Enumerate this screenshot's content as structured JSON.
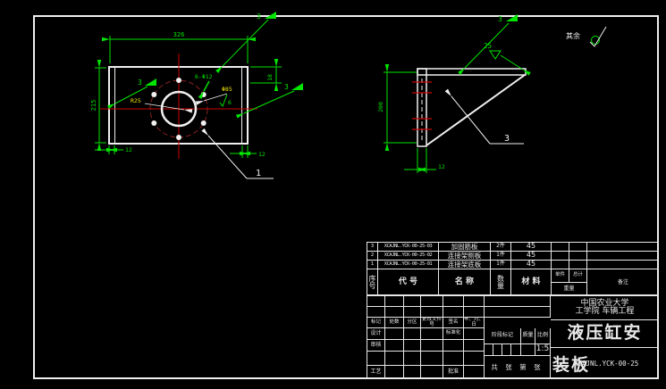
{
  "colors": {
    "background": "#000000",
    "outline": "#f0f0f0",
    "dimension": "#00e400",
    "centerline": "#cc0000",
    "bolt_circle": "#8a2020",
    "aux_label": "#f2e700"
  },
  "plate_view": {
    "dim_width": "326",
    "dim_height": "215",
    "dim_thk_left": "12",
    "dim_thk_right": "12",
    "dim_edge": "18",
    "holes_label": "6-Φ12",
    "bolt_circle_label": "Φ85",
    "center_hole_label": "R25",
    "roughness_value": "6",
    "finish_top": "3",
    "finish_left": "3",
    "finish_right": "3",
    "part_number": "1"
  },
  "rib_view": {
    "dim_height": "200",
    "dim_thk": "12",
    "finish_top": "3",
    "weld_size": "25",
    "others_label": "其余",
    "part_number": "3"
  },
  "parts_table": {
    "header": {
      "seq": "序号",
      "code": "代 号",
      "name": "名 称",
      "qty": "数量",
      "material": "材 料",
      "weight_each": "单件",
      "weight_total": "总计",
      "weight": "重量",
      "remark": "备注"
    },
    "rows": [
      {
        "seq": "3",
        "code": "XCAJNL.YCK-00-25-03",
        "name": "加固筋板",
        "qty": "2件",
        "material": "45",
        "weight_each": "",
        "weight_total": "",
        "remark": ""
      },
      {
        "seq": "2",
        "code": "XCAJNL.YCK-00-25-02",
        "name": "连接架侧板",
        "qty": "1件",
        "material": "45",
        "weight_each": "",
        "weight_total": "",
        "remark": ""
      },
      {
        "seq": "1",
        "code": "XCAJNL.YCK-00-25-01",
        "name": "连接架底板",
        "qty": "1件",
        "material": "45",
        "weight_each": "",
        "weight_total": "",
        "remark": ""
      }
    ]
  },
  "title_block": {
    "revision_headers": {
      "mark": "标记",
      "count": "处数",
      "zone": "分区",
      "doc_no": "更改文件号",
      "sign": "签名",
      "date": "年、月、日"
    },
    "roles": {
      "design": "设计",
      "standardize": "标准化",
      "check": "审核",
      "process": "工艺",
      "approve": "批准"
    },
    "stage_label": "阶段标记",
    "weight_label": "质量",
    "scale_label": "比例",
    "scale_value": "1:5",
    "sheet_info": "共 张 第 张",
    "org_line1": "中国农业大学",
    "org_line2": "工学院 车辆工程",
    "title_text": "液压缸安",
    "title_text2": "装板",
    "drawing_number": "XCAJNL.YCK-00-25"
  }
}
